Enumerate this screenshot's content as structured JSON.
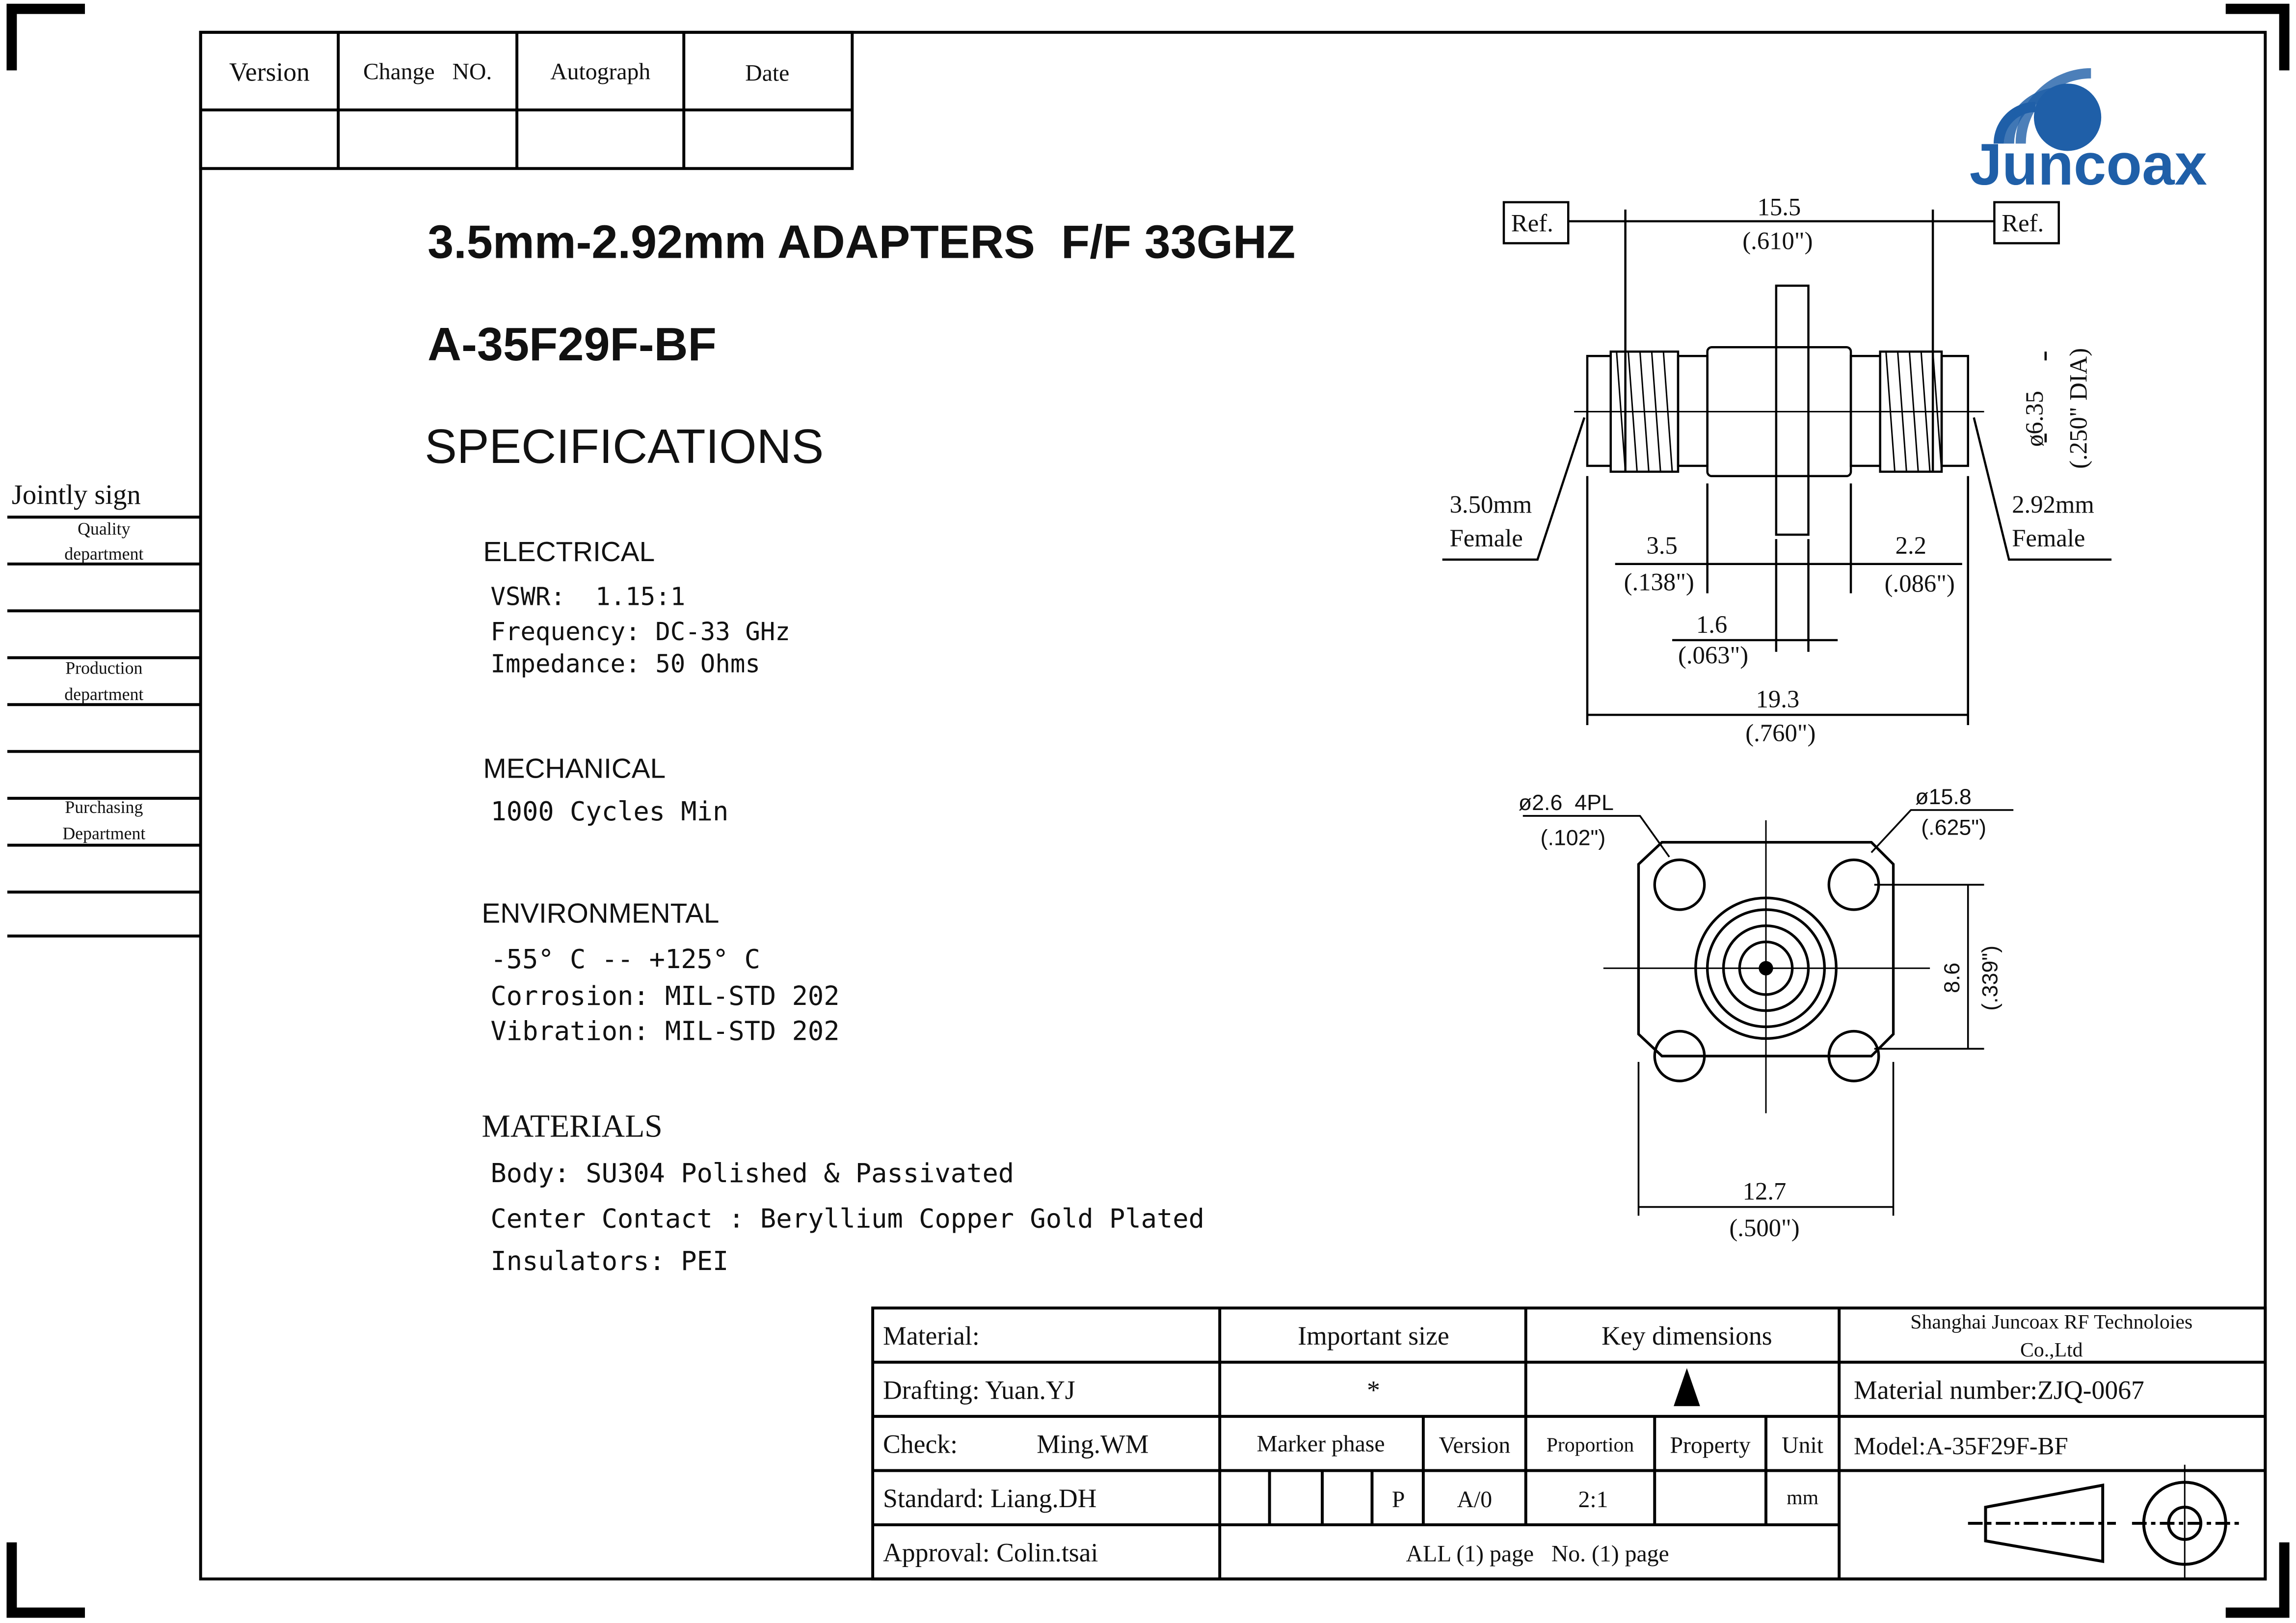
{
  "revision_table": {
    "headers": [
      "Version",
      "Change   NO.",
      "Autograph",
      "Date"
    ]
  },
  "sign_column": {
    "title": "Jointly sign",
    "departments": [
      [
        "Quality",
        "department"
      ],
      [
        "Production",
        "department"
      ],
      [
        "Purchasing",
        "Department"
      ]
    ]
  },
  "header": {
    "title": "3.5mm-2.92mm ADAPTERS  F/F 33GHZ",
    "part_number": "A-35F29F-BF",
    "section": "SPECIFICATIONS"
  },
  "logo": {
    "text": "Juncoax",
    "color": "#1f5fa8"
  },
  "specs": {
    "electrical": {
      "heading": "ELECTRICAL",
      "lines": [
        "VSWR:  1.15:1",
        "Frequency: DC-33 GHz",
        "Impedance: 50 Ohms"
      ]
    },
    "mechanical": {
      "heading": "MECHANICAL",
      "lines": [
        "1000 Cycles Min"
      ]
    },
    "environmental": {
      "heading": "ENVIRONMENTAL",
      "lines": [
        "-55° C -- +125° C",
        "Corrosion: MIL-STD 202",
        "Vibration: MIL-STD 202"
      ]
    },
    "materials": {
      "heading": "MATERIALS",
      "lines": [
        "Body: SU304 Polished & Passivated",
        "Center Contact : Beryllium Copper Gold Plated",
        "Insulators: PEI"
      ]
    }
  },
  "drawing_side": {
    "ref_left": "Ref.",
    "ref_right": "Ref.",
    "dim_top": "15.5",
    "dim_top_in": "(.610\")",
    "dia": "ø6.35",
    "dia_in": "(.250\" DIA)",
    "left_label": [
      "3.50mm",
      "Female"
    ],
    "right_label": [
      "2.92mm",
      "Female"
    ],
    "dim_a": "3.5",
    "dim_a_in": "(.138\")",
    "dim_b": "2.2",
    "dim_b_in": "(.086\")",
    "dim_c": "1.6",
    "dim_c_in": "(.063\")",
    "dim_total": "19.3",
    "dim_total_in": "(.760\")"
  },
  "drawing_front": {
    "hole": "ø2.6  4PL",
    "hole_in": "(.102\")",
    "flange_dia": "ø15.8",
    "flange_dia_in": "(.625\")",
    "spacing": "8.6",
    "spacing_in": "(.339\")",
    "width": "12.7",
    "width_in": "(.500\")"
  },
  "title_block": {
    "material": "Material:",
    "drafting": "Drafting: Yuan.YJ",
    "check_label": "Check:",
    "check_name": "Ming.WM",
    "standard": "Standard: Liang.DH",
    "approval": "Approval: Colin.tsai",
    "important_size": "Important size",
    "key_dimensions": "Key dimensions",
    "important_symbol": "*",
    "company": [
      "Shanghai Juncoax RF Technoloies",
      "Co.,Ltd"
    ],
    "material_number": "Material number:ZJQ-0067",
    "model": "Model:A-35F29F-BF",
    "cols": [
      "Marker phase",
      "Version",
      "Proportion",
      "Property",
      "Unit"
    ],
    "marker_phase_value": "P",
    "version_value": "A/0",
    "proportion_value": "2:1",
    "unit_value": "mm",
    "pages": "ALL (1) page   No. (1) page"
  }
}
